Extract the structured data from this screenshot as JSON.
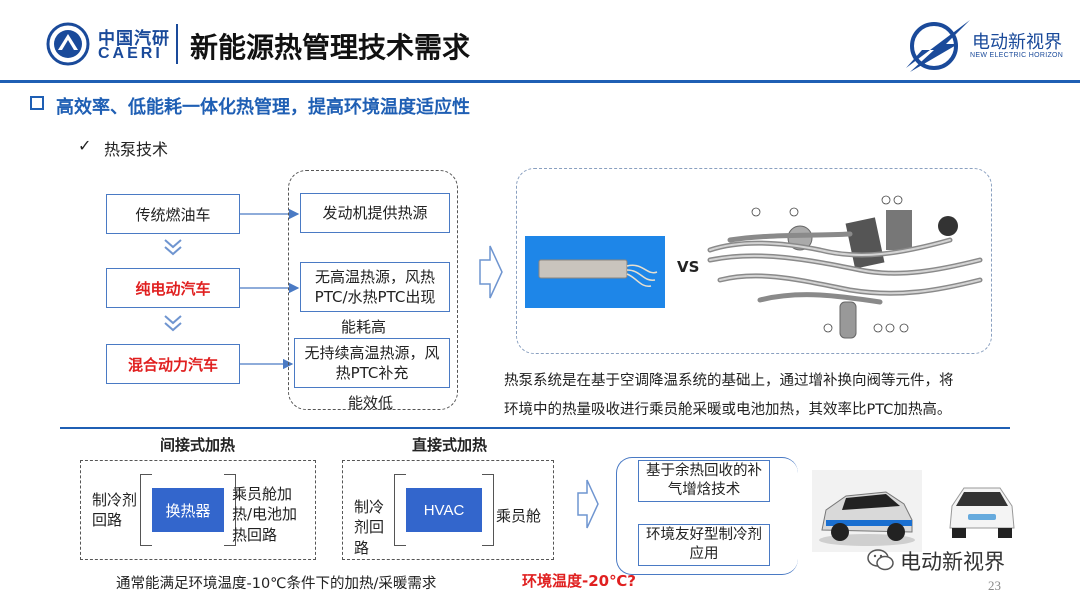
{
  "header": {
    "org_cn": "中国汽研",
    "org_en": "CAERI",
    "title": "新能源热管理技术需求",
    "brand_cn": "电动新视界",
    "brand_en": "NEW ELECTRIC HORIZON",
    "accent_color": "#1f5fb4"
  },
  "section": {
    "heading": "高效率、低能耗一体化热管理，提高环境温度适应性",
    "sub_bullet_icon": "✓",
    "sub_heading": "热泵技术"
  },
  "flow": {
    "vehicles": [
      "传统燃油车",
      "纯电动汽车",
      "混合动力汽车"
    ],
    "sources": [
      "发动机提供热源",
      "无高温热源，风热PTC/水热PTC出现",
      "无持续高温热源，风热PTC补充"
    ],
    "energy_high": "能耗高",
    "energy_low": "能效低"
  },
  "compare": {
    "vs": "VS"
  },
  "description": {
    "line1": "热泵系统是在基于空调降温系统的基础上，通过增补换向阀等元件，将",
    "line2": "环境中的热量吸收进行乘员舱采暖或电池加热，其效率比PTC加热高。"
  },
  "heating": {
    "indirect_label": "间接式加热",
    "direct_label": "直接式加热",
    "indirect_left": "制冷剂回路",
    "indirect_center": "换热器",
    "indirect_right": "乘员舱加热/电池加热回路",
    "direct_left": "制冷剂回路",
    "direct_center": "HVAC",
    "direct_right": "乘员舱",
    "note": "通常能满足环境温度-10℃条件下的加热/采暖需求",
    "temp_question": "环境温度-20℃?"
  },
  "tech": {
    "item1": "基于余热回收的补气增焓技术",
    "item2": "环境友好型制冷剂应用"
  },
  "footer": {
    "watermark": "电动新视界",
    "page_number": "23"
  }
}
